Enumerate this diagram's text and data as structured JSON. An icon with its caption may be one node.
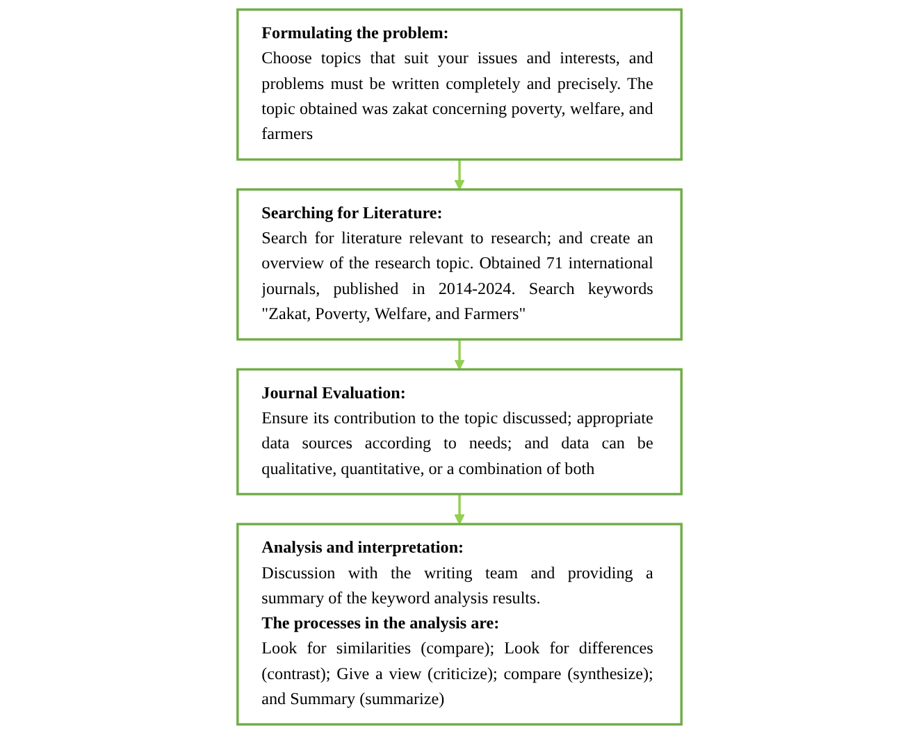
{
  "diagram": {
    "nodes": [
      {
        "text": [
          "Formulating the problem:",
          "Choose topics that suit your issues and interests, and problems must be written completely and precisely. The topic obtained was zakat concerning poverty, welfare, and farmers"
        ]
      },
      {
        "text": [
          "Searching for Literature:",
          "Search for literature relevant to research; and create an overview of the research topic. Obtained 71 international journals, published in 2014-2024. Search keywords \"Zakat, Poverty, Welfare, and Farmers\""
        ]
      },
      {
        "text": [
          "Journal Evaluation:",
          "Ensure its contribution to the topic discussed; appropriate data sources according to needs; and data can be qualitative, quantitative, or a combination of both"
        ]
      },
      {
        "text": [
          "Analysis and interpretation:",
          "Discussion with the writing team and providing a summary of the keyword analysis results.",
          "The processes in the analysis are:",
          "Look for similarities (compare); Look for differences (contrast); Give a view (criticize); compare (synthesize); and Summary (summarize)"
        ]
      }
    ],
    "edges": [
      {
        "from": 0,
        "to": 1,
        "arrow": "to"
      },
      {
        "from": 1,
        "to": 2,
        "arrow": "to"
      },
      {
        "from": 2,
        "to": 3,
        "arrow": "to"
      }
    ]
  }
}
